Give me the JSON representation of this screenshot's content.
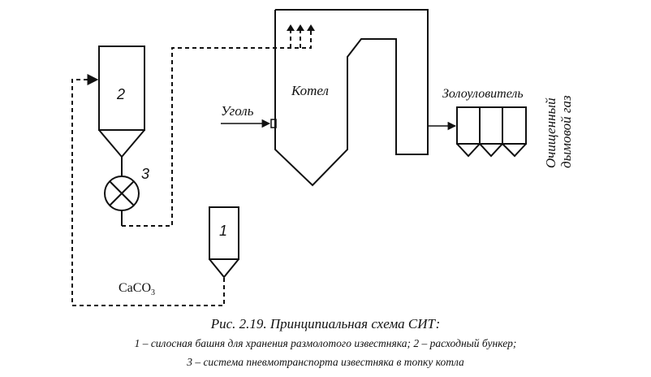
{
  "diagram": {
    "labels": {
      "boiler": "Котел",
      "coal": "Уголь",
      "ash_collector": "Золоуловитель",
      "clean_gas_line1": "Очищенный",
      "clean_gas_line2": "дымовой газ",
      "num_1": "1",
      "num_2": "2",
      "num_3": "3",
      "caco3_main": "CaCO",
      "caco3_sub": "3"
    },
    "colors": {
      "stroke": "#111111",
      "background": "#ffffff"
    }
  },
  "caption": {
    "title": "Рис. 2.19. Принципиальная схема СИТ:",
    "line1": "1 – силосная башня для хранения размолотого известняка; 2 – расходный бункер;",
    "line2": "3 – система пневмотранспорта известняка в топку котла"
  }
}
